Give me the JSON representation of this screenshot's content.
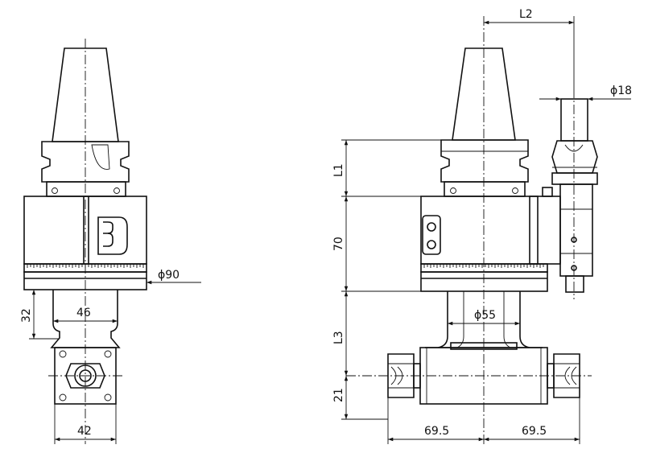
{
  "dimensions": {
    "front_bottom_width": "42",
    "front_neck_width": "46",
    "front_neck_height": "32",
    "front_diameter": "ϕ90",
    "side_l2": "L2",
    "side_d18": "ϕ18",
    "side_l1": "L1",
    "side_height_70": "70",
    "side_l3": "L3",
    "side_d55": "ϕ55",
    "side_21": "21",
    "side_left_695": "69.5",
    "side_right_695": "69.5"
  }
}
